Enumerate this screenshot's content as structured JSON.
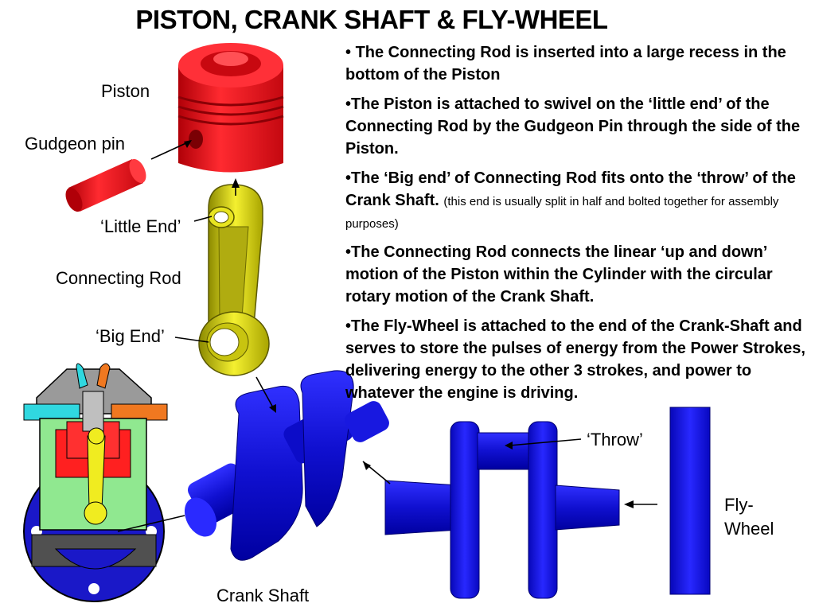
{
  "title": "PISTON, CRANK SHAFT & FLY-WHEEL",
  "labels": {
    "piston": "Piston",
    "gudgeon_pin": "Gudgeon pin",
    "little_end": "‘Little End’",
    "connecting_rod": "Connecting Rod",
    "big_end": "‘Big End’",
    "crank_shaft": "Crank Shaft",
    "throw": "‘Throw’",
    "fly_wheel_line1": "Fly-",
    "fly_wheel_line2": "Wheel"
  },
  "bullets": [
    {
      "marker": "• ",
      "text": "The Connecting Rod is inserted into a large recess in the bottom of the Piston",
      "note": ""
    },
    {
      "marker": "•",
      "text": "The Piston is attached to swivel on the ‘little end’ of the Connecting Rod by the Gudgeon Pin through the side of the Piston.",
      "note": ""
    },
    {
      "marker": "•",
      "text": "The ‘Big end’ of Connecting Rod fits onto the ‘throw’ of the Crank Shaft. ",
      "note": "(this end is usually split in half and bolted together for assembly purposes)"
    },
    {
      "marker": "•",
      "text": "The Connecting Rod connects the linear ‘up and down’ motion of the Piston within the Cylinder with the circular rotary motion of the Crank Shaft.",
      "note": ""
    },
    {
      "marker": "•",
      "text": "The Fly-Wheel is attached to the end of the Crank-Shaft and serves to store the pulses of energy from the Power Strokes, delivering energy to the other 3 strokes, and power to whatever the engine is driving.",
      "note": ""
    }
  ],
  "colors": {
    "piston": "#e8141c",
    "rod": "#d8d418",
    "crank": "#1414d8",
    "flywheel": "#1010e0",
    "engine_green": "#90e890",
    "intake": "#30d8e0",
    "exhaust": "#f07820"
  }
}
